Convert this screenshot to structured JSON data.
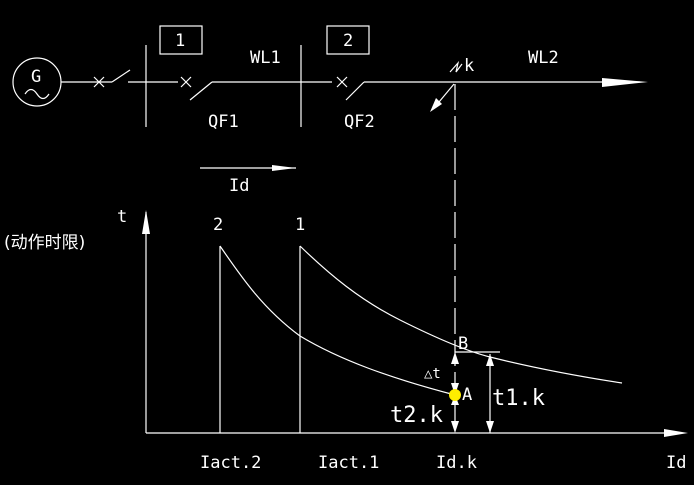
{
  "generator": {
    "label": "G"
  },
  "relays": {
    "relay1": "1",
    "relay2": "2"
  },
  "lines": {
    "wl1": "WL1",
    "wl2": "WL2"
  },
  "breakers": {
    "qf1": "QF1",
    "qf2": "QF2"
  },
  "fault": {
    "k": "k"
  },
  "current_arrow": {
    "label": "Id"
  },
  "axes": {
    "t": "t",
    "t_desc": "(动作时限)",
    "id": "Id"
  },
  "curves": {
    "c2": "2",
    "c1": "1"
  },
  "points": {
    "a": "A",
    "b": "B",
    "delta": "△t"
  },
  "times": {
    "t1": "t1.k",
    "t2": "t2.k"
  },
  "ticks": {
    "iact2": "Iact.2",
    "iact1": "Iact.1",
    "idk": "Id.k"
  },
  "colors": {
    "background": "#000000",
    "line": "#ffffff",
    "point_a": "#ffee00"
  }
}
